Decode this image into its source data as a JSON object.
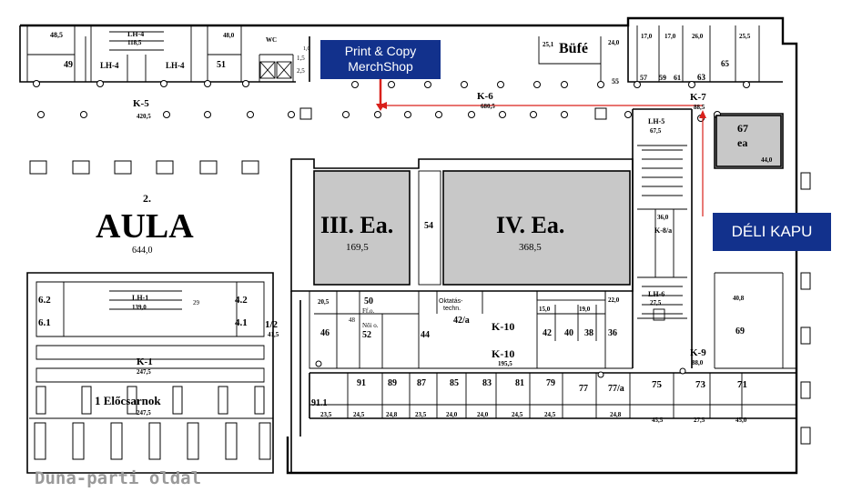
{
  "callouts": {
    "print_copy": "Print &  Copy\nMerchShop",
    "deli_kapu": "DÉLI KAPU"
  },
  "colors": {
    "callout_bg": "#12318c",
    "callout_text": "#ffffff",
    "route_arrow": "#d9201b",
    "hall_fill": "#c8c8c8",
    "dark_text": "#000000",
    "footer_text": "#9a9a9a"
  },
  "halls": {
    "aula_number": "2.",
    "aula_name": "AULA",
    "aula_area": "644,0",
    "hall_3_name": "III. Ea.",
    "hall_3_area": "169,5",
    "hall_4_name": "IV. Ea.",
    "hall_4_area": "368,5",
    "hall_67_number": "67",
    "hall_67_suffix": "ea",
    "hall_67_area": "44,0"
  },
  "corridors": {
    "k5": "K-5",
    "k5_area": "420,5",
    "k6": "K-6",
    "k6_area": "680,5",
    "k7": "K-7",
    "k7_area": "88,5",
    "k8a": "K-8/a",
    "k9": "K-9",
    "k9_area": "88,0",
    "k10a": "K-10",
    "k10b": "K-10",
    "k10_area": "195,5",
    "k1": "K-1",
    "k1_area": "247,5"
  },
  "stairs": {
    "lh4_top": "LH-4",
    "lh4_top_area": "118,5",
    "lh4_left": "LH-4",
    "lh4_right": "LH-4",
    "lh5": "LH-5",
    "lh5_area": "67,5",
    "lh6": "LH-6",
    "lh6_area": "27,5",
    "lh1": "LH-1",
    "lh1_area": "139,0"
  },
  "rooms_top": {
    "a48_5": "48,5",
    "r49": "49",
    "a48_0": "48,0",
    "wc": "WC",
    "r51": "51",
    "a1_0": "1,0",
    "a1_5": "1,5",
    "a2_5": "2,5",
    "a25_1": "25,1",
    "bufe": "Büfé",
    "a24_0": "24,0",
    "a17_0a": "17,0",
    "a17_0b": "17,0",
    "a26_0": "26,0",
    "a25_5": "25,5",
    "r57": "57",
    "r59": "59",
    "r61": "61",
    "r63": "63",
    "r65": "65",
    "r55": "55"
  },
  "rooms_center": {
    "r54": "54",
    "a36_0": "36,0",
    "a20_5": "20,5",
    "r50": "50",
    "ffo": "Ff.o.",
    "r48": "48",
    "noi": "Női o.",
    "r52": "52",
    "r46": "46",
    "r44": "44",
    "oktatas": "Oktatás-",
    "techn": "techn.",
    "r42a": "42/a",
    "a15_0": "15,0",
    "a19_0": "19,0",
    "a22_0": "22,0",
    "r42": "42",
    "r40": "40",
    "r38": "38",
    "r36": "36",
    "a40_8": "40,8",
    "r69": "69"
  },
  "rooms_bottom": {
    "r91_1": "91.1",
    "r91": "91",
    "r89": "89",
    "r87": "87",
    "r85": "85",
    "r83": "83",
    "r81": "81",
    "r79": "79",
    "r77": "77",
    "r77a": "77/a",
    "r75": "75",
    "r73": "73",
    "r71": "71",
    "a23_5a": "23,5",
    "a24_5a": "24,5",
    "a24_8a": "24,8",
    "a23_5b": "23,5",
    "a24_0a": "24,0",
    "a24_0b": "24,0",
    "a24_5b": "24,5",
    "a24_5c": "24,5",
    "a24_8b": "24,8",
    "a45_5": "45,5",
    "a27_5": "27,5",
    "a45_0": "45,0"
  },
  "west_wing": {
    "r6_2": "6.2",
    "r6_1": "6.1",
    "r4_2": "4.2",
    "r4_1": "4.1",
    "a29": "29",
    "r1_2": "1/2",
    "a41_5": "41,5",
    "eloadas": "1 Előcsarnok",
    "eloadas_area": "247,5"
  },
  "footer": "Duna-parti oldal"
}
